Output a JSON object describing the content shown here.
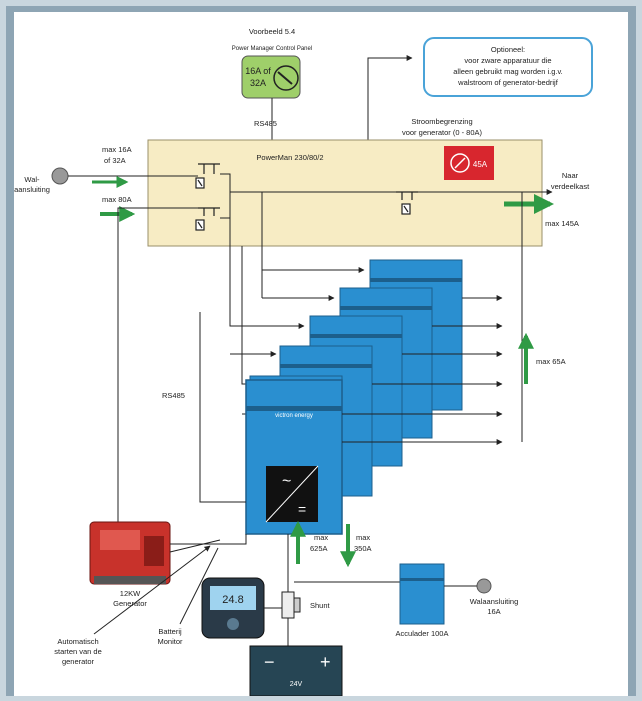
{
  "title": "Voorbeeld 5.4",
  "panel": {
    "caption": "Power Manager Control Panel",
    "rating_line1": "16A of",
    "rating_line2": "32A"
  },
  "rs485_top": "RS485",
  "rs485_left": "RS485",
  "optional_note": {
    "line1": "Optioneel:",
    "line2": "voor zware apparatuur die",
    "line3": "alleen gebruikt mag worden i.g.v.",
    "line4": "walstroom of generator-bedrijf"
  },
  "powerman": {
    "label": "PowerMan 230/80/2",
    "current_limit_line1": "Stroombegrenzing",
    "current_limit_line2": "voor generator (0 - 80A)",
    "red_badge": "45A"
  },
  "shore": {
    "line1": "Wal-",
    "line2": "aansluiting",
    "max_line1": "max 16A",
    "max_line2": "of 32A"
  },
  "max_80a": "max 80A",
  "output": {
    "line1": "Naar",
    "line2": "verdeelkast",
    "max": "max 145A"
  },
  "max_65a": "max 65A",
  "inverter_brand": "victron energy",
  "generator": {
    "line1": "12KW",
    "line2": "Generator"
  },
  "autostart": {
    "line1": "Automatisch",
    "line2": "starten van de",
    "line3": "generator"
  },
  "battery_monitor": {
    "line1": "Batterij",
    "line2": "Monitor",
    "display": "24.8"
  },
  "charge_arrow": {
    "line1": "max",
    "line2": "625A"
  },
  "discharge_arrow": {
    "line1": "max",
    "line2": "350A"
  },
  "shunt": "Shunt",
  "charger": {
    "label": "Acculader 100A"
  },
  "charger_shore": {
    "line1": "Walaansluiting",
    "line2": "16A"
  },
  "battery": {
    "minus": "−",
    "plus": "+",
    "voltage": "24V"
  },
  "colors": {
    "yellow_box": "#f7ecc4",
    "blue_unit": "#2a8fd0",
    "green_arrow": "#2f9a45",
    "panel_green": "#9fcf6a",
    "red_badge": "#d8262e",
    "note_border": "#4aa3d8"
  }
}
